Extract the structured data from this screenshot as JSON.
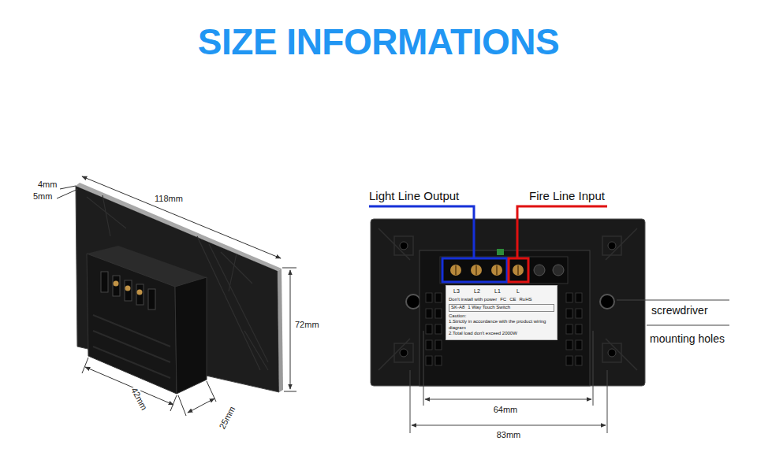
{
  "diagram": {
    "title": "SIZE INFORMATIONS",
    "nodes": [
      {
        "text": [
          "L3",
          "L2",
          "L1",
          "L",
          "Don't install with power",
          "FC",
          "CE",
          "RoHS",
          "SK-A8",
          "1 Way Touch Switch",
          "Caution:",
          "1.Strictly in accordance with the product wiring diagram",
          "2.Total load don't exceed 2000W"
        ]
      }
    ],
    "labels": [
      "4mm",
      "5mm",
      "118mm",
      "72mm",
      "42mm",
      "25mm",
      "Light Line Output",
      "Fire Line Input",
      "screwdriver",
      "mounting holes",
      "64mm",
      "83mm"
    ]
  }
}
